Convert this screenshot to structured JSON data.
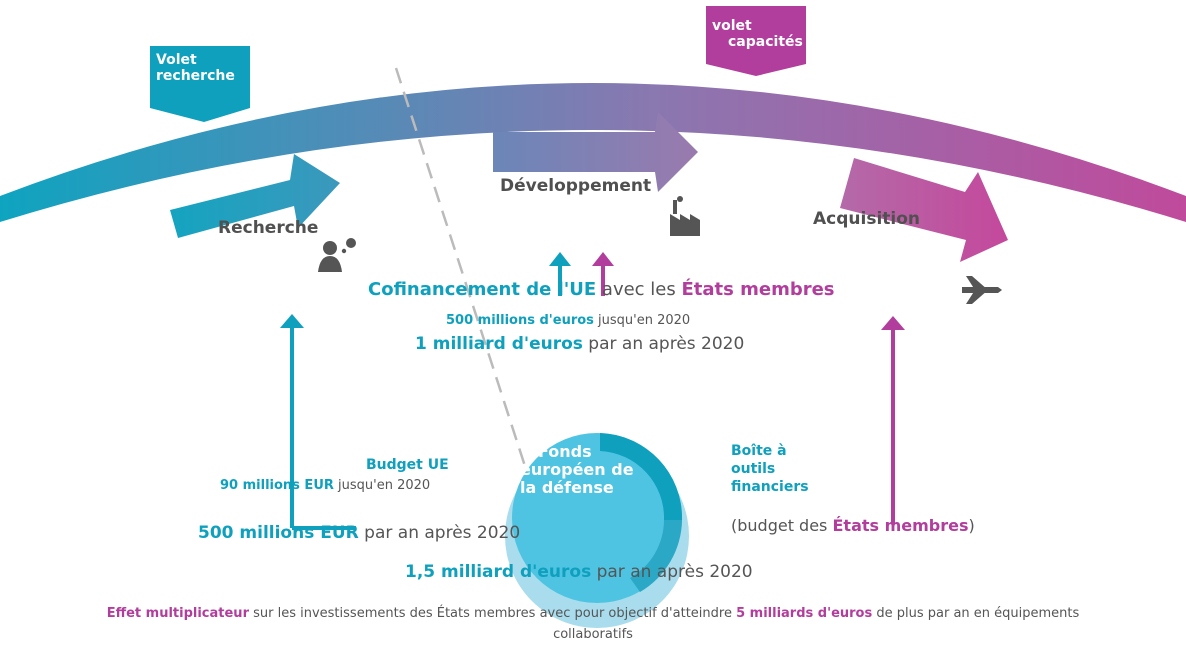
{
  "tags": {
    "research": [
      "Volet",
      "recherche"
    ],
    "capacity": [
      "volet",
      "capacités"
    ]
  },
  "stages": {
    "research": "Recherche",
    "development": "Développement",
    "acquisition": "Acquisition"
  },
  "icons": {
    "research": "thinking-person-icon",
    "development": "factory-icon",
    "acquisition": "fighter-jet-icon"
  },
  "cofinancing": {
    "part1": "Cofinancement de l'UE",
    "part2": " avec les ",
    "part3": "États membres",
    "line2_bold": "500 millions d'euros",
    "line2_rest": " jusqu'en 2020",
    "line3_bold": "1 milliard d'euros",
    "line3_rest": " par an après 2020"
  },
  "budget": {
    "title": "Budget UE",
    "line1_bold": "90 millions EUR",
    "line1_rest": " jusqu'en 2020",
    "line2_bold": "500 millions EUR",
    "line2_rest": " par an après 2020"
  },
  "fund": {
    "lines": [
      "Fonds",
      "européen de",
      "la défense"
    ],
    "amount_bold": "1,5 milliard d'euros",
    "amount_rest": " par an après 2020"
  },
  "toolbox": {
    "lines": [
      "Boîte à",
      "outils",
      "financiers"
    ],
    "note_pre": "(budget des ",
    "note_bold": "États membres",
    "note_post": ")"
  },
  "footer": {
    "lead": "Effet multiplicateur",
    "mid": " sur les investissements des États membres avec pour objectif d'atteindre ",
    "amount": "5 milliards d'euros",
    "tail": " de plus par an en équipements",
    "line2": "collaboratifs"
  },
  "colors": {
    "teal": "#0ea0bd",
    "pink": "#b13d9c",
    "gray": "#505050",
    "light_blue": "#5bc9e6"
  }
}
